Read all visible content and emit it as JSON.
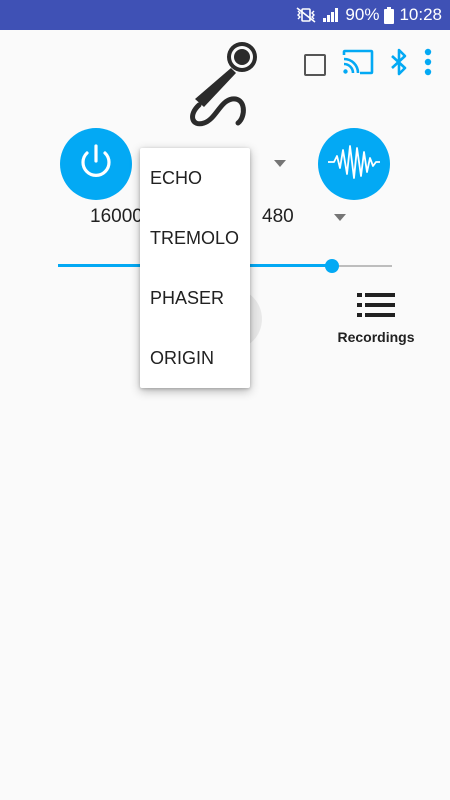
{
  "status_bar": {
    "battery_percent": "90%",
    "time": "10:28"
  },
  "toolbar": {
    "icons": [
      "checkbox-icon",
      "cast-icon",
      "bluetooth-icon",
      "more-vert-icon"
    ]
  },
  "controls": {
    "sample_rate_value": "16000",
    "buffer_value": "480",
    "slider_level_percent": 82
  },
  "recordings": {
    "label": "Recordings"
  },
  "effect_menu": {
    "items": [
      "ECHO",
      "TREMOLO",
      "PHASER",
      "ORIGIN"
    ]
  },
  "colors": {
    "status_bar": "#3f51b5",
    "accent": "#03a9f4",
    "background": "#fafafa"
  }
}
